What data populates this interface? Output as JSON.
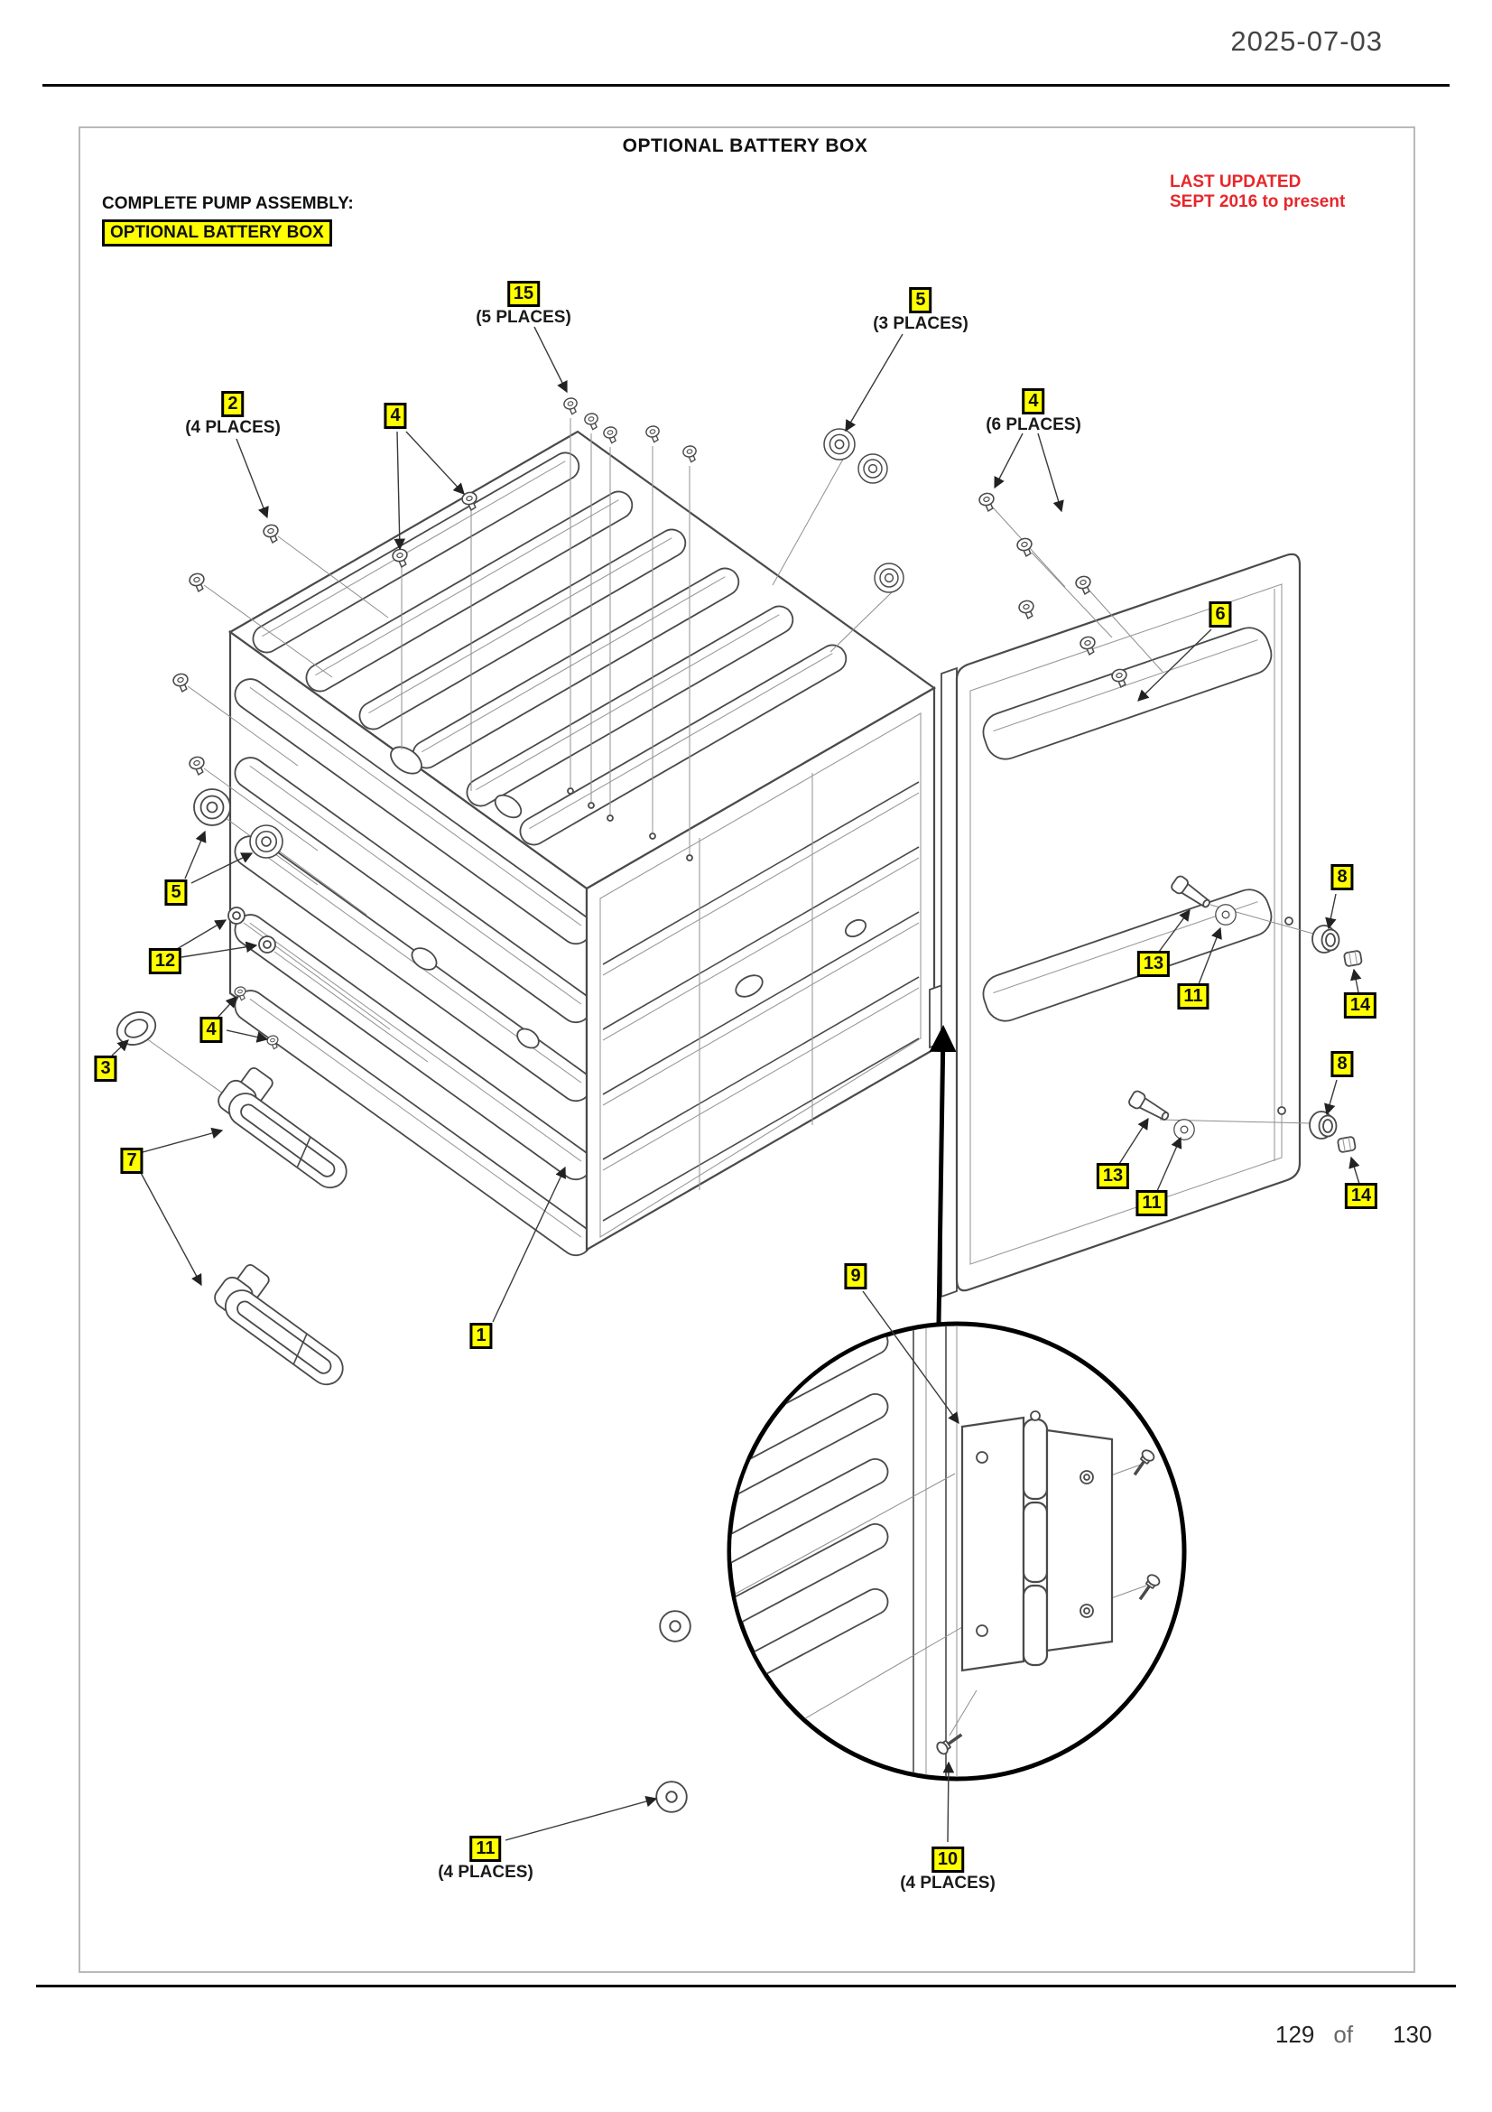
{
  "page": {
    "date": "2025-07-03",
    "footer": {
      "page_current": "129",
      "separator": "of",
      "page_total": "130"
    }
  },
  "figure": {
    "title": "OPTIONAL BATTERY BOX",
    "assembly_label": "COMPLETE PUMP ASSEMBLY:",
    "assembly_value": "OPTIONAL BATTERY BOX",
    "last_updated_line1": "LAST UPDATED",
    "last_updated_line2": "SEPT 2016 to present",
    "callouts": [
      {
        "number": "15",
        "places": "(5 PLACES)"
      },
      {
        "number": "5",
        "places": "(3 PLACES)"
      },
      {
        "number": "2",
        "places": "(4 PLACES)"
      },
      {
        "number": "4"
      },
      {
        "number": "4",
        "places": "(6 PLACES)"
      },
      {
        "number": "6"
      },
      {
        "number": "5"
      },
      {
        "number": "12"
      },
      {
        "number": "4"
      },
      {
        "number": "3"
      },
      {
        "number": "8"
      },
      {
        "number": "13"
      },
      {
        "number": "11"
      },
      {
        "number": "14"
      },
      {
        "number": "8"
      },
      {
        "number": "13"
      },
      {
        "number": "11"
      },
      {
        "number": "14"
      },
      {
        "number": "7"
      },
      {
        "number": "1"
      },
      {
        "number": "9"
      },
      {
        "number": "11",
        "places": "(4 PLACES)"
      },
      {
        "number": "10",
        "places": "(4 PLACES)"
      }
    ]
  },
  "colors": {
    "highlight": "#ffff00",
    "alert": "#e8262a",
    "line": "#4a4a4a"
  }
}
